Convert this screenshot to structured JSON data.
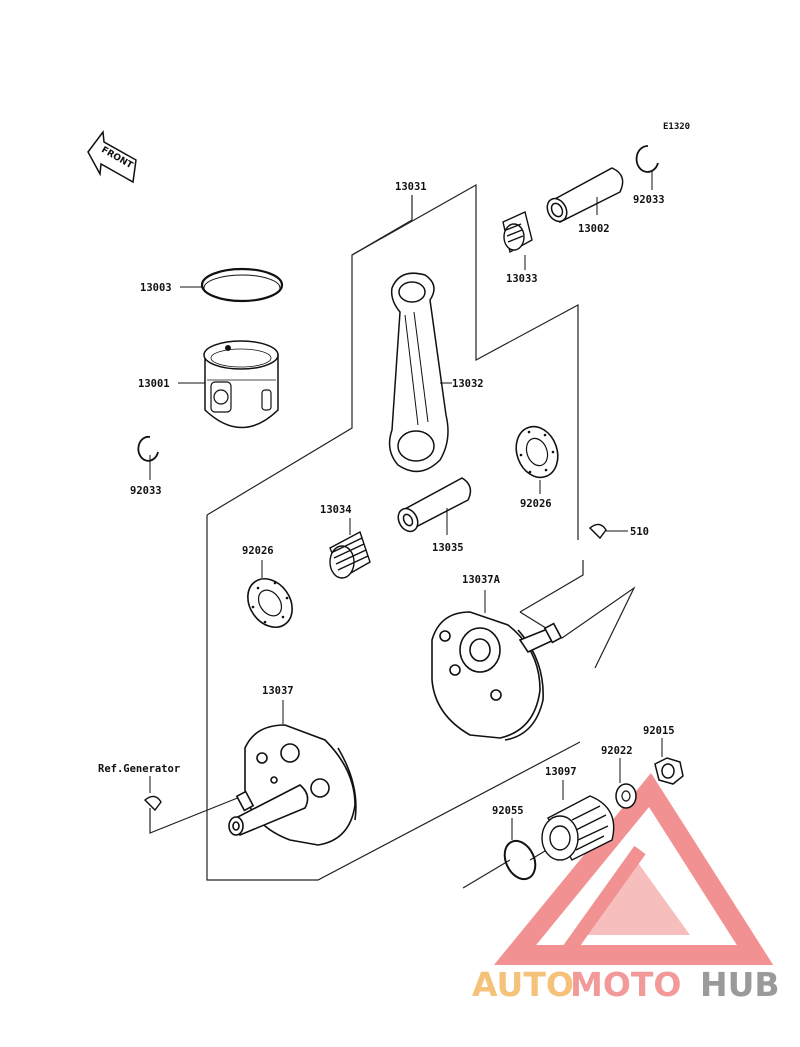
{
  "diagram_code": "E1320",
  "front_arrow": {
    "label": "FRONT",
    "icon": "front-arrow-icon"
  },
  "ref_label": "Ref.Generator",
  "parts": {
    "p13031": "13031",
    "p13003": "13003",
    "p13001": "13001",
    "p92033_left": "92033",
    "p92033_right": "92033",
    "p13002": "13002",
    "p13033": "13033",
    "p13032": "13032",
    "p92026_right": "92026",
    "p13034": "13034",
    "p13035": "13035",
    "p510": "510",
    "p92026_left": "92026",
    "p13037A": "13037A",
    "p13037": "13037",
    "p92015": "92015",
    "p92022": "92022",
    "p13097": "13097",
    "p92055": "92055"
  },
  "watermark": {
    "part1": "AUTO",
    "part2": "MOTO",
    "part3": "HUB",
    "color1": "#f5c27a",
    "color2": "#f29a9a",
    "color3": "#9a9a9a",
    "logo_color": "#e8393a"
  }
}
